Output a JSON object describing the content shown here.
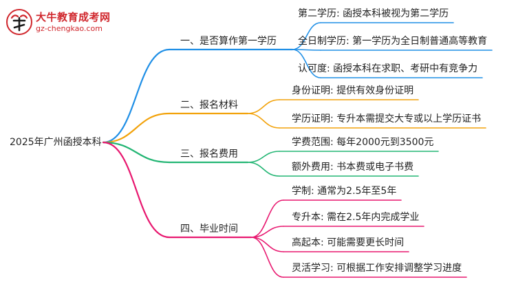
{
  "watermark": {
    "brand": "大牛教育成考网",
    "url": "gz-chengkao.com"
  },
  "root": "2025年广州函授本科",
  "branches": [
    {
      "label": "一、是否算作第一学历",
      "color": "#1f8fe6",
      "leaves": [
        "第二学历: 函授本科被视为第二学历",
        "全日制学历: 第一学历为全日制普通高等教育",
        "认可度: 函授本科在求职、考研中有竞争力"
      ]
    },
    {
      "label": "二、报名材料",
      "color": "#f2a20a",
      "leaves": [
        "身份证明: 提供有效身份证明",
        "学历证明: 专升本需提交大专或以上学历证书"
      ]
    },
    {
      "label": "三、报名费用",
      "color": "#22b573",
      "leaves": [
        "学费范围: 每年2000元到3500元",
        "额外费用: 书本费或电子书费"
      ]
    },
    {
      "label": "四、毕业时间",
      "color": "#e8176f",
      "leaves": [
        "学制: 通常为2.5年至5年",
        "专升本: 需在2.5年内完成学业",
        "高起本: 可能需要更长时间",
        "灵活学习: 可根据工作安排调整学习进度"
      ]
    }
  ]
}
